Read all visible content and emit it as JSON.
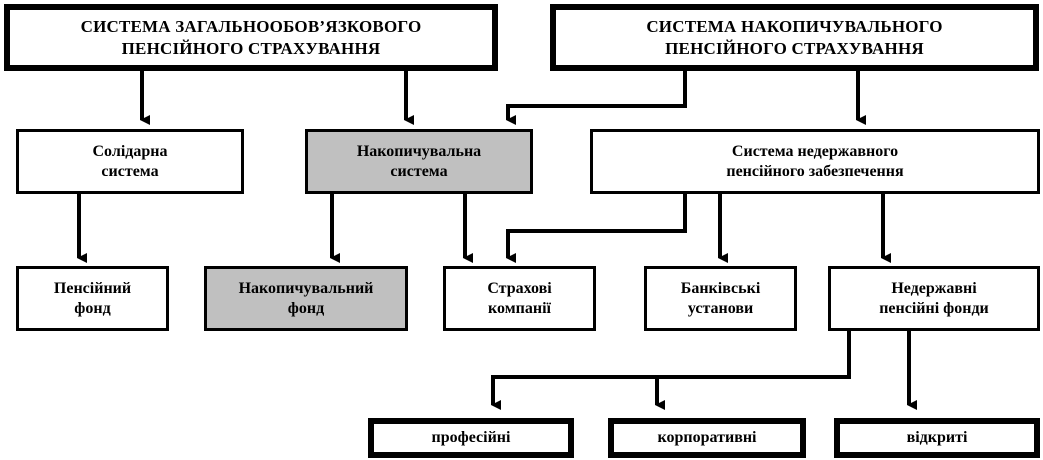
{
  "top": {
    "left": {
      "lines": [
        "СИСТЕМА ЗАГАЛЬНООБОВ’ЯЗКОВОГО",
        "ПЕНСІЙНОГО СТРАХУВАННЯ"
      ]
    },
    "right": {
      "lines": [
        "СИСТЕМА НАКОПИЧУВАЛЬНОГО",
        "ПЕНСІЙНОГО СТРАХУВАННЯ"
      ]
    }
  },
  "middle": {
    "solidarna": {
      "lines": [
        "Солідарна",
        "система"
      ]
    },
    "nakopychuvalna": {
      "lines": [
        "Накопичувальна",
        "система"
      ]
    },
    "nederzhavna": {
      "lines": [
        "Система недержавного",
        "пенсійного забезпечення"
      ]
    }
  },
  "lower": {
    "pension_fund": {
      "lines": [
        "Пенсійний",
        "фонд"
      ]
    },
    "accumulation_fund": {
      "lines": [
        "Накопичувальний",
        "фонд"
      ]
    },
    "insurance": {
      "lines": [
        "Страхові",
        "компанії"
      ]
    },
    "banks": {
      "lines": [
        "Банківські",
        "установи"
      ]
    },
    "npf": {
      "lines": [
        "Недержавні",
        "пенсійні фонди"
      ]
    }
  },
  "bottom": {
    "professional": "професійні",
    "corporate": "корпоративні",
    "open": "відкриті"
  },
  "colors": {
    "highlight": "#c0c0c0",
    "line": "#000000"
  }
}
